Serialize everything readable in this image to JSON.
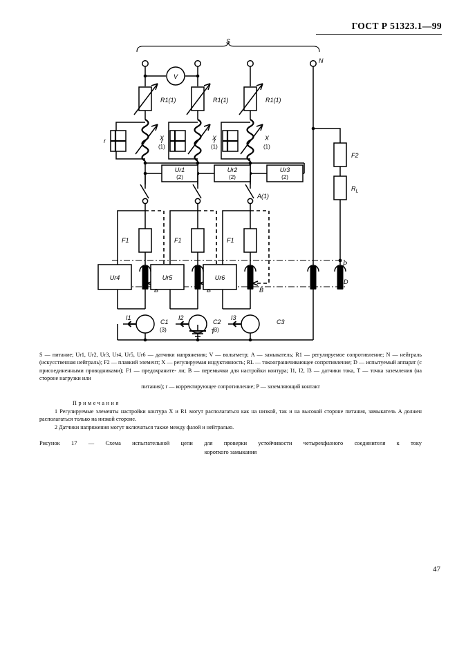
{
  "header": {
    "standard": "ГОСТ Р 51323.1—99",
    "page_number": "47"
  },
  "figure": {
    "supply_bracket_label": "S",
    "neutral_label": "N",
    "voltmeter_label": "V",
    "ground_label": "T",
    "device_label": "D",
    "earth_contact_label": "P",
    "switch_label": "A(1)",
    "resistors": [
      {
        "label": "R1(1)"
      },
      {
        "label": "R1(1)"
      },
      {
        "label": "R1(1)"
      }
    ],
    "inductors": [
      {
        "label": "X",
        "sub": "(1)"
      },
      {
        "label": "X",
        "sub": "(1)"
      },
      {
        "label": "X",
        "sub": "(1)"
      }
    ],
    "correcting_resistors": [
      {
        "label": "r"
      },
      {
        "label": "r"
      },
      {
        "label": "r"
      }
    ],
    "voltage_sensors_top": [
      {
        "label": "Ur1",
        "sub": "(2)"
      },
      {
        "label": "Ur2",
        "sub": "(2)"
      },
      {
        "label": "Ur3",
        "sub": "(2)"
      }
    ],
    "voltage_sensors_bottom": [
      {
        "label": "Ur4"
      },
      {
        "label": "Ur5"
      },
      {
        "label": "Ur6"
      }
    ],
    "fuses_f1": [
      {
        "label": "F1"
      },
      {
        "label": "F1"
      },
      {
        "label": "F1"
      }
    ],
    "fuse_f2_label": "F2",
    "load_resistor_label": "R",
    "load_resistor_sub": "L",
    "jumpers_b": [
      {
        "label": "B"
      },
      {
        "label": "B"
      },
      {
        "label": "B"
      }
    ],
    "current_sensors": [
      {
        "label": "I1"
      },
      {
        "label": "I2"
      },
      {
        "label": "I3"
      }
    ],
    "current_groups": [
      {
        "label": "C1",
        "sub": "(3)"
      },
      {
        "label": "C2",
        "sub": "(3)"
      },
      {
        "label": "C3",
        "sub": ""
      }
    ]
  },
  "legend": {
    "text": "S — питание; Ur1, Ur2, Ur3, Ur4, Ur5, Ur6 — датчики напряжения; V — вольтметр; A — замыкатель; R1 — регулируемое сопротивление; N — нейтраль (искусственная нейтраль); F2 — плавкий элемент; X — регулируемая индуктивность; RL — токоограничивающее сопротивление; D — испытуемый аппарат (с присоединенными проводниками); F1 — предохранители; B — перемычки для настройки контура; I1, I2, I3 — датчики тока, T — точка заземления (на стороне нагрузки или питания); r — корректирующее сопротивление; P — заземляющий контакт",
    "line1": "S — питание; Ur1, Ur2, Ur3, Ur4, Ur5, Ur6 — датчики напряжения; V — вольтметр; A — замыкатель; R1 — регулируемое",
    "line2": "сопротивление; N — нейтраль (искусственная нейтраль); F2 — плавкий элемент; X — регулируемая индуктивность; RL —",
    "line3": "токоограничивающее сопротивление; D — испытуемый аппарат (с присоединенными проводниками); F1 — предохраните-",
    "line4": "ли; B — перемычки для настройки контура; I1, I2, I3 — датчики тока, T — точка заземления (на стороне нагрузки или",
    "line5": "питания); r — корректирующее сопротивление; P — заземляющий контакт"
  },
  "notes": {
    "title": "Примечания",
    "items": [
      "1 Регулируемые элементы настройки контура X и R1 могут располагаться как на низкой, так и на высокой стороне питания, замыкатель A должен располагаться только на низкой стороне.",
      "2 Датчики напряжения могут включаться также между фазой и нейтралью."
    ]
  },
  "caption": {
    "line1": "Рисунок 17 — Схема испытательной цепи для проверки устойчивости четырехфазного соединителя к току",
    "line2": "короткого замыкания"
  }
}
